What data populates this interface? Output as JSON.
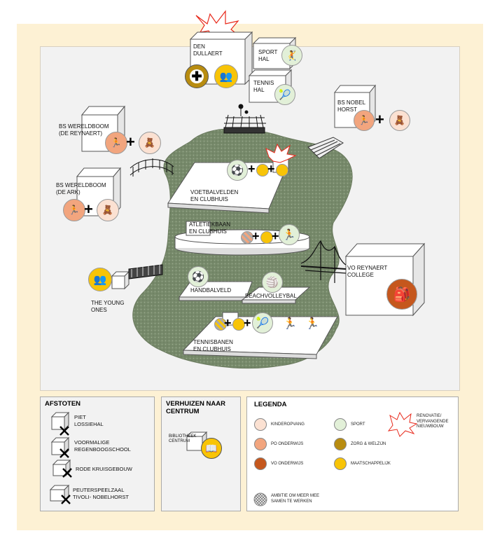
{
  "colors": {
    "kinderopvang": "#fbe1d2",
    "po_onderwijs": "#f2a57e",
    "vo_onderwijs": "#c5571d",
    "sport": "#e2f0d8",
    "zorg_welzijn": "#b88c10",
    "maatschappelijk": "#f8c407",
    "park_green": "#7d8f6e",
    "renovatie": "#e8281a"
  },
  "buildings": {
    "den_dullaert": "DEN\nDULLAERT",
    "sporthal": "SPORT\nHAL",
    "tennishal": "TENNIS\nHAL",
    "bs_nobel": "BS NOBEL\nHORST",
    "bs_wereldboom_reynaert": "BS WERELDBOOM\n(DE REYNAERT)",
    "bs_wereldboom_ark": "BS WERELDBOOM\n(DE ARK)",
    "the_young_ones": "THE YOUNG\nONES",
    "vo_reynaert": "VO REYNAERT\nCOLLEGE"
  },
  "platforms": {
    "voetbal": "VOETBALVELDEN\nEN CLUBHUIS",
    "atletiek": "ATLETIEKBAAN\nEN CLUBHUIS",
    "handbal": "HANDBALVELD",
    "beachvolley": "BEACHVOLLEYBAL",
    "tennisbanen": "TENNISBANEN\nEN CLUBHUIS"
  },
  "afstoten": {
    "title": "AFSTOTEN",
    "items": [
      "PIET\nLOSSIEHAL",
      "VOORMALIGE\nREGENBOOGSCHOOL",
      "RODE KRUISGEBOUW",
      "PEUTERSPEELZAAL\nTIVOLI- NOBELHORST"
    ]
  },
  "verhuizen": {
    "title": "VERHUIZEN NAAR\nCENTRUM",
    "item": "BIBLIOTHEEK\nCENTRUM"
  },
  "legenda": {
    "title": "LEGENDA",
    "kinderopvang": "KINDEROPVANG",
    "po_onderwijs": "PO ONDERWIJS",
    "vo_onderwijs": "VO ONDERWIJS",
    "sport": "SPORT",
    "zorg_welzijn": "ZORG & WELZIJN",
    "maatschappelijk": "MAATSCHAPPELIJK",
    "renovatie": "RENOVATIE/\nVERVANGENDE\nNIEUWBOUW",
    "ambitie": "AMBITIE OM MEER MEE\nSAMEN TE WERKEN"
  },
  "icons": [
    "cross-icon",
    "people-icon",
    "sport-icon",
    "tennis-icon",
    "soccer-icon",
    "runner-icon",
    "handball-icon",
    "volleyball-icon",
    "backpack-icon",
    "book-icon",
    "childcare-icon",
    "school-icon"
  ]
}
